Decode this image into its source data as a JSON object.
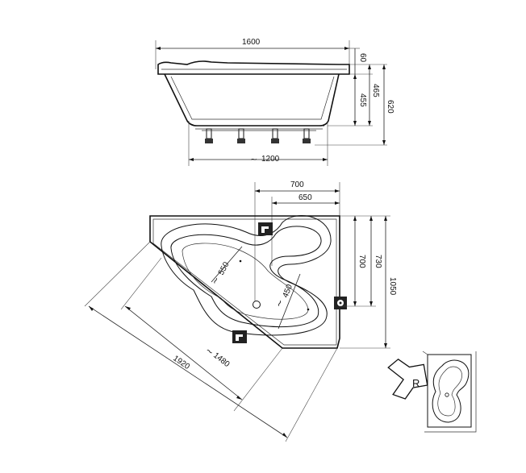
{
  "side_view": {
    "dimensions": {
      "overall_length": "1600",
      "rim_height": "60",
      "height_a": "455",
      "height_b": "465",
      "total_height": "620",
      "base_length": "1200",
      "base_prefix": "~"
    }
  },
  "top_view": {
    "dimensions": {
      "outer_width": "700",
      "inner_width": "650",
      "height_a": "700",
      "height_b": "730",
      "total_depth": "1050",
      "basin_width": "550",
      "basin_narrow": "450",
      "inner_length": "1480",
      "overall_diagonal": "1920",
      "approx_prefix": "~"
    }
  },
  "orientation_inset": {
    "side_letter": "R"
  },
  "colors": {
    "ink": "#111111",
    "background": "#ffffff"
  }
}
